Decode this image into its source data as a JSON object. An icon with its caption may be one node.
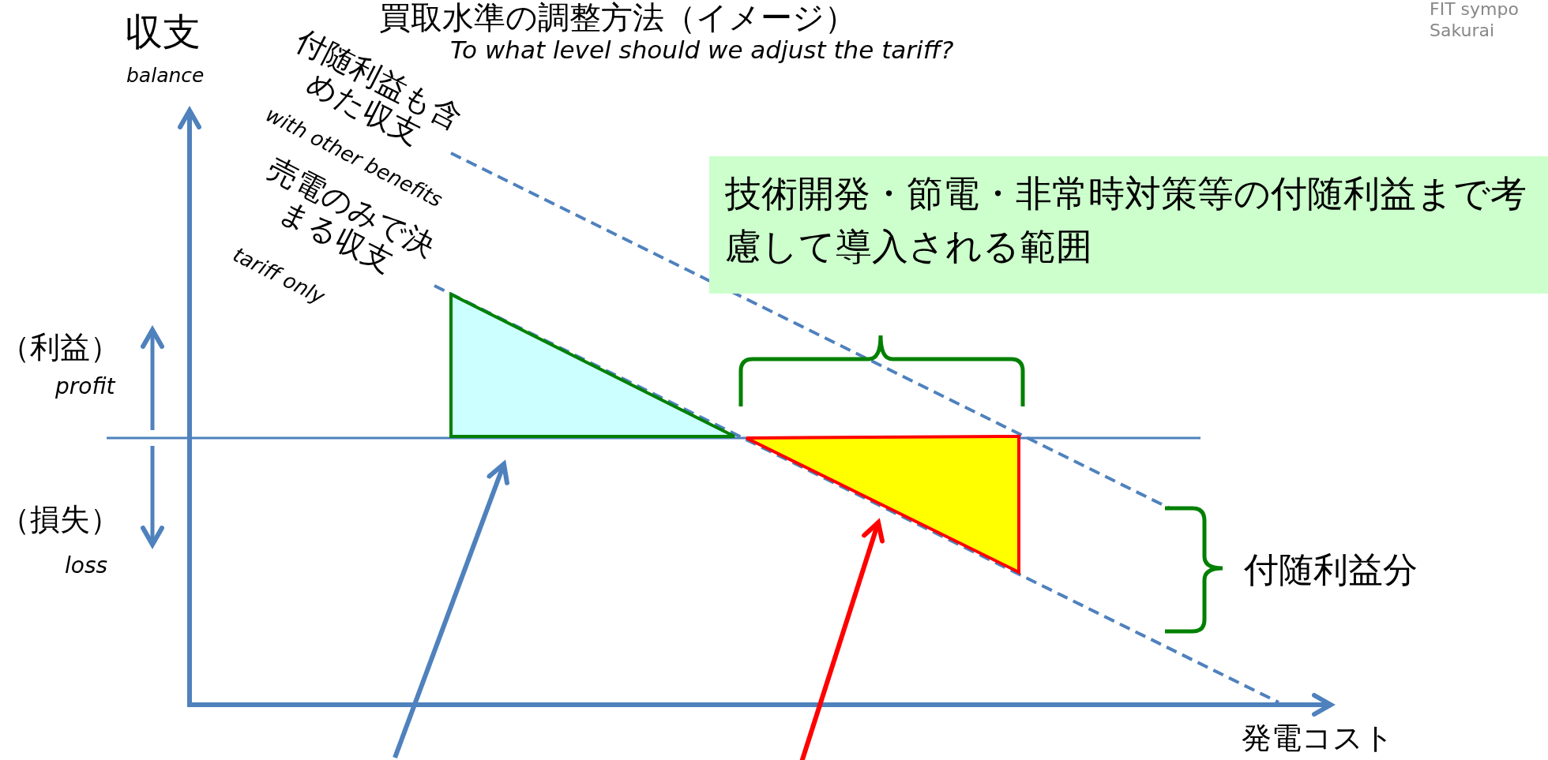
{
  "diagram": {
    "title": "買取水準の調整方法（イメージ）",
    "nodes": [
      {
        "text": [
          "技術開発・節電・非常時対策等の付随利益まで考慮して導入される範囲"
        ]
      },
      {
        "text": [],
        "shape": "triangle"
      },
      {
        "text": [],
        "shape": "triangle"
      }
    ],
    "edges": [
      {
        "from": null,
        "to": 1,
        "arrow": "to"
      },
      {
        "from": null,
        "to": 2,
        "arrow": "to",
        "color": "#ff0000"
      }
    ],
    "labels": [
      "To what level should we adjust the tariff?",
      "FIT sympo",
      "Sakurai",
      "収支",
      "balance",
      "付随利益も含めた収支",
      "with other benefits",
      "売電のみで決まる収支",
      "tariff only",
      "（利益）",
      "profit",
      "（損失）",
      "loss",
      "付随利益分",
      "発電コスト"
    ]
  }
}
